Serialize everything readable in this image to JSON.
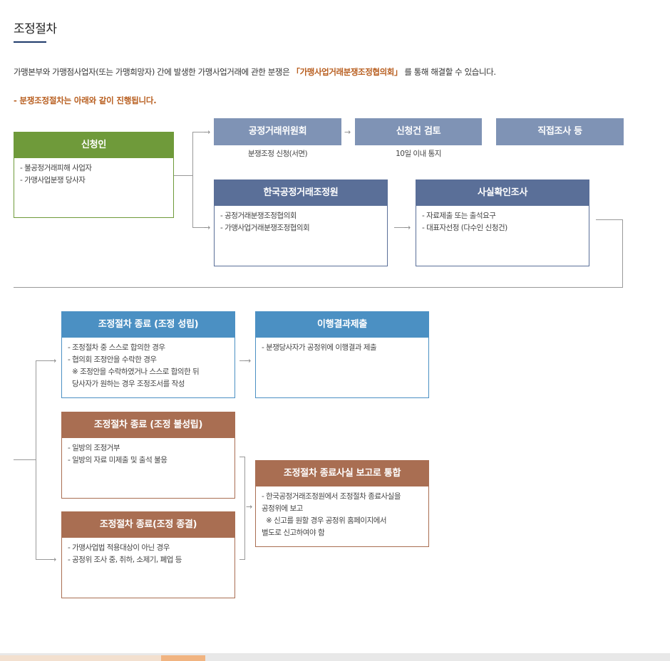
{
  "page": {
    "title": "조정절차",
    "intro_a": "가맹본부와 가맹점사업자(또는 가맹희망자) 간에 발생한 가맹사업거래에 관한 분쟁은 ",
    "intro_highlight": "「가맹사업거래분쟁조정협의회」",
    "intro_b": " 를 통해 해결할 수 있습니다.",
    "notice": "- 분쟁조정절차는 아래와 같이 진행됩니다."
  },
  "applicant": {
    "title": "신청인",
    "items": [
      "- 불공정거래피해 사업자",
      "- 가맹사업분쟁 당사자"
    ]
  },
  "ftc_row": {
    "ftc": "공정거래위원회",
    "ftc_sub": "분쟁조정 신청(서면)",
    "review": "신청건 검토",
    "review_sub": "10일 이내 통지",
    "investigation": "직접조사 등"
  },
  "kofair": {
    "title": "한국공정거래조정원",
    "items": [
      "- 공정거래분쟁조정협의회",
      "- 가맹사업거래분쟁조정협의회"
    ]
  },
  "factcheck": {
    "title": "사실확인조사",
    "items": [
      "- 자료제출 또는 출석요구",
      "- 대표자선정 (다수인 신청건)"
    ]
  },
  "end_success": {
    "title": "조정절차 종료 (조정 성립)",
    "items": [
      "- 조정절차 중 스스로 합의한 경우",
      "- 협의회 조정안을 수락한 경우",
      "  ※ 조정안을 수락하였거나 스스로 합의한 뒤",
      "  당사자가 원하는 경우 조정조서를 작성"
    ]
  },
  "report": {
    "title": "이행결과제출",
    "items": [
      "- 분쟁당사자가 공정위에 이행결과 제출"
    ]
  },
  "end_fail": {
    "title": "조정절차 종료 (조정 불성립)",
    "items": [
      "- 일방의 조정거부",
      "- 일방의 자료 미제출 및 출석 불응"
    ]
  },
  "end_terminate": {
    "title": "조정절차 종료(조정 종결)",
    "items": [
      "- 가맹사업법 적용대상이 아닌 경우",
      "- 공정위 조사 중, 취하, 소제기, 폐업 등"
    ]
  },
  "unified": {
    "title": "조정절차 종료사실 보고로 통합",
    "items": [
      "- 한국공정거래조정원에서 조정절차 종료사실을",
      "공정위에 보고",
      "  ※ 신고를 원할 경우 공정위 홈페이지에서",
      "별도로 신고하여야 함"
    ]
  },
  "colors": {
    "green": "#6f9a3a",
    "navy": "#5a6f98",
    "light_navy": "#7f93b5",
    "blue": "#4b90c3",
    "brown": "#a96e52",
    "orange_text": "#b85e1f"
  }
}
